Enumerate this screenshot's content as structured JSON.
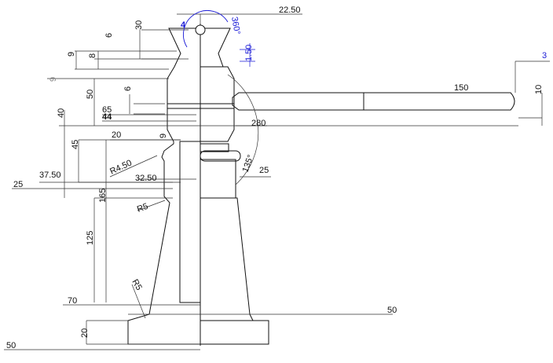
{
  "drawing": {
    "colors": {
      "part_dark": "#8a8884",
      "part_light": "#e8e6e2",
      "section": "#a3a19c",
      "annotation_blue": "#1a1ad6",
      "dimension": "#333333"
    },
    "dimensions": {
      "d22_50": "22.50",
      "d4": "4",
      "d360": "360°",
      "d30": "30",
      "d6a": "6",
      "d9a": "9",
      "d8": "8",
      "d1_50": "1.50",
      "d3": "3",
      "d9b": "9",
      "d50a": "50",
      "d6b": "6",
      "d65": "65",
      "d44": "44",
      "d150": "150",
      "d10": "10",
      "d280": "280",
      "d40": "40",
      "d20a": "20",
      "d9c": "9",
      "d45": "45",
      "dR4_50": "R4.50",
      "d135": "135°",
      "d25a": "25",
      "d37_50": "37.50",
      "d32_50": "32.50",
      "d25b": "25",
      "d165": "165",
      "dR5a": "R5",
      "d125": "125",
      "dR5b": "R5",
      "d70": "70",
      "d50b": "50",
      "d20b": "20",
      "d50c": "50"
    }
  }
}
